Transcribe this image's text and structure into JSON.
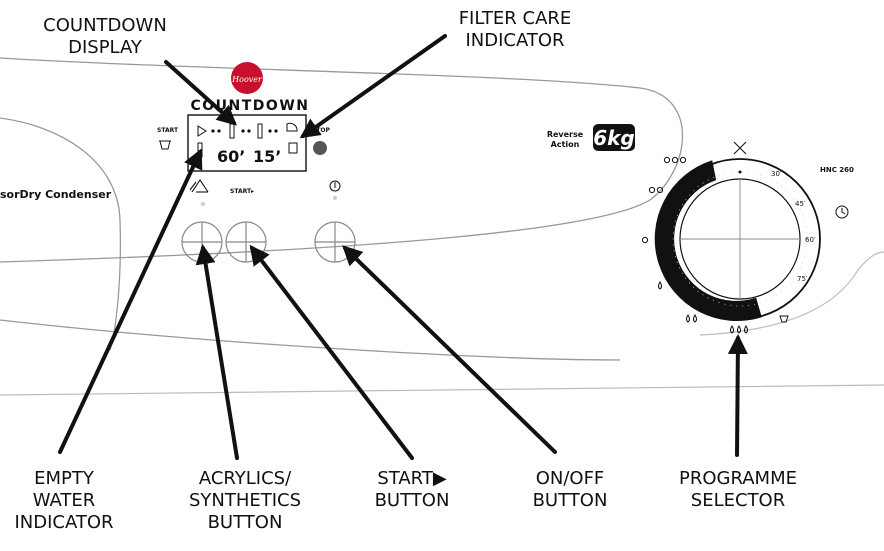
{
  "callouts": {
    "countdown_display": [
      "COUNTDOWN",
      "DISPLAY"
    ],
    "filter_care_indicator": [
      "FILTER CARE",
      "INDICATOR"
    ],
    "empty_water_indicator": [
      "EMPTY",
      "WATER",
      "INDICATOR"
    ],
    "acrylics_synthetics_button": [
      "ACRYLICS/",
      "SYNTHETICS",
      "BUTTON"
    ],
    "start_button": [
      "START▶",
      "BUTTON"
    ],
    "on_off_button": [
      "ON/OFF",
      "BUTTON"
    ],
    "programme_selector": [
      "PROGRAMME",
      "SELECTOR"
    ]
  },
  "panel": {
    "brand": "Hoover",
    "brand_title": "COUNTDOWN",
    "model_partial": "sorDry Condenser",
    "start_small": "START",
    "stop_small": "STOP",
    "display_time_1": "60’",
    "display_time_2": "15’",
    "start_button_label": "START▸",
    "reverse_action": [
      "Reverse",
      "Action"
    ],
    "capacity": "6kg",
    "model_code": "HNC 260",
    "dial_marks": [
      "30′",
      "45′",
      "60′",
      "75′"
    ]
  },
  "colors": {
    "ink": "#111111",
    "brand_red": "#c8102e",
    "panel_line": "#999999",
    "dial_band": "#111111"
  }
}
